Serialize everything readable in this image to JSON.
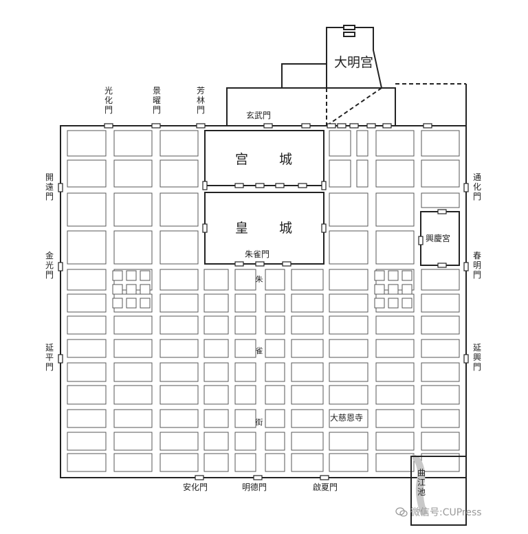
{
  "palaces": {
    "daming": "大明宫",
    "gongcheng_1": "宫",
    "gongcheng_2": "城",
    "huangcheng_1": "皇",
    "huangcheng_2": "城",
    "xingqing": "興慶宮"
  },
  "gates": {
    "north": [
      "光化門",
      "景曜門",
      "芳林門"
    ],
    "xuanwu": "玄武門",
    "zhuque": "朱雀門",
    "west": [
      "開遠門",
      "金光門",
      "延平門"
    ],
    "east": [
      "通化門",
      "春明門",
      "延興門"
    ],
    "south": [
      "安化門",
      "明德門",
      "啟夏門"
    ]
  },
  "street": [
    "朱",
    "雀",
    "街"
  ],
  "landmarks": {
    "dacien": "大慈恩寺",
    "qujiang": "曲江池"
  },
  "watermark": {
    "text": "微信号:CUPress",
    "icon": "wechat-icon"
  },
  "colors": {
    "line": "#222222",
    "block": "#555555",
    "pond": "#c8c8c8"
  }
}
